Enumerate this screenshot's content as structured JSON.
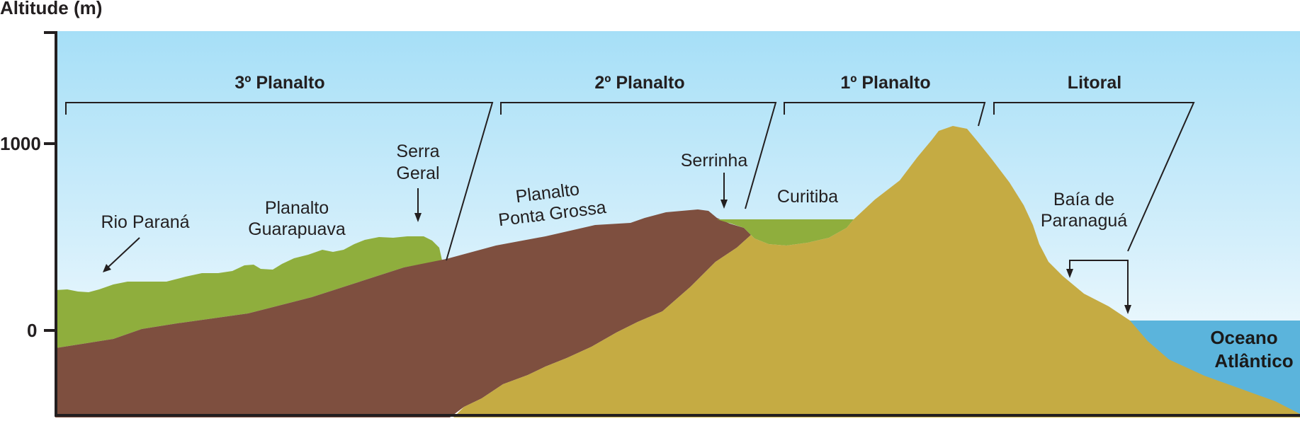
{
  "axis": {
    "title": "Altitude (m)",
    "ticks": [
      "1000",
      "0"
    ]
  },
  "regions": {
    "planalto3": "3º Planalto",
    "planalto2": "2º Planalto",
    "planalto1": "1º Planalto",
    "litoral": "Litoral"
  },
  "labels": {
    "rio_parana": "Rio Paraná",
    "planalto_guarapuava": [
      "Planalto",
      "Guarapuava"
    ],
    "serra_geral": [
      "Serra",
      "Geral"
    ],
    "planalto_ponta_grossa": [
      "Planalto",
      "Ponta Grossa"
    ],
    "serrinha": "Serrinha",
    "curitiba": "Curitiba",
    "baia_paranagua": [
      "Baía de",
      "Paranaguá"
    ],
    "oceano": [
      "Oceano",
      "Atlântico"
    ]
  },
  "colors": {
    "sky_top": "#a6dff7",
    "sky_bottom": "#ffffff",
    "ocean": "#5bb4dc",
    "green": "#8fae3d",
    "brown": "#7e4f3f",
    "olive": "#c5ab43",
    "ink": "#231f20"
  }
}
